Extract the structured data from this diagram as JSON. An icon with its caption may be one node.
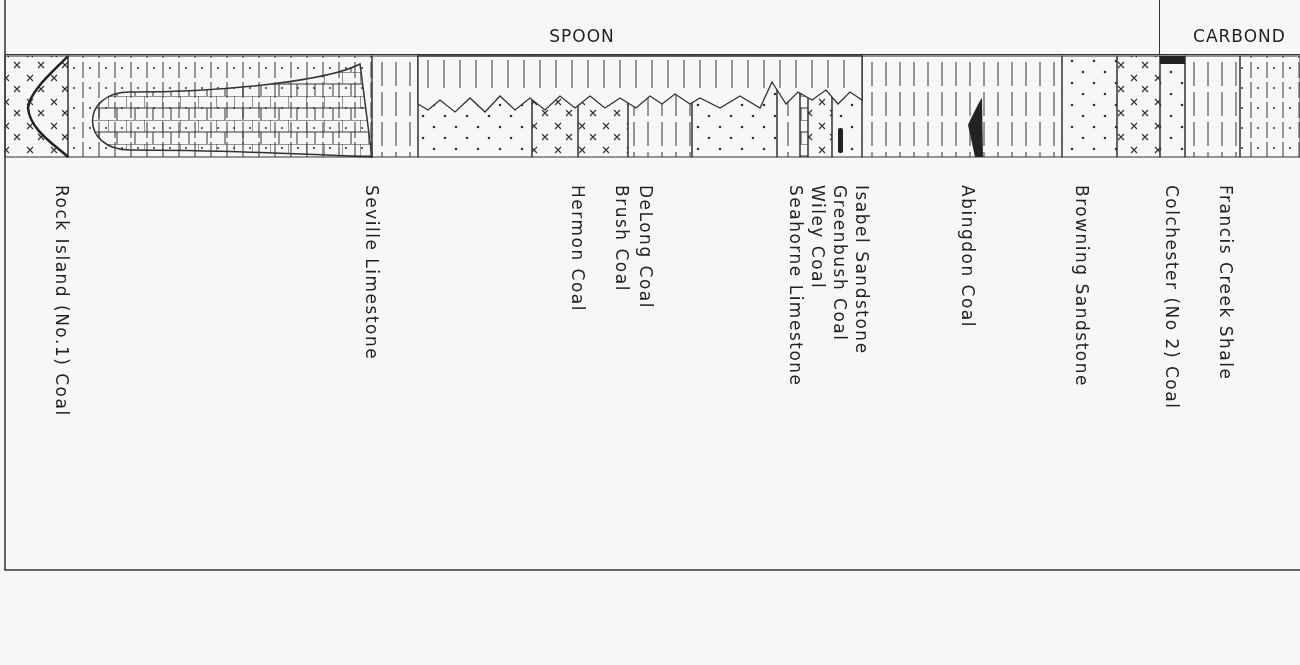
{
  "diagram": {
    "nodes": [
      {
        "text": [
          "SPOON"
        ]
      },
      {
        "text": [
          "CARBOND"
        ]
      }
    ],
    "labels": [
      "Rock Island (No.1) Coal",
      "Seville Limestone",
      "Hermon Coal",
      "Brush Coal",
      "DeLong Coal",
      "Seahorne Limestone",
      "Wiley Coal",
      "Greenbush Coal",
      "Isabel Sandstone",
      "Abingdon Coal",
      "Browning Sandstone",
      "Colchester (No 2) Coal",
      "Francis Creek Shale"
    ]
  }
}
